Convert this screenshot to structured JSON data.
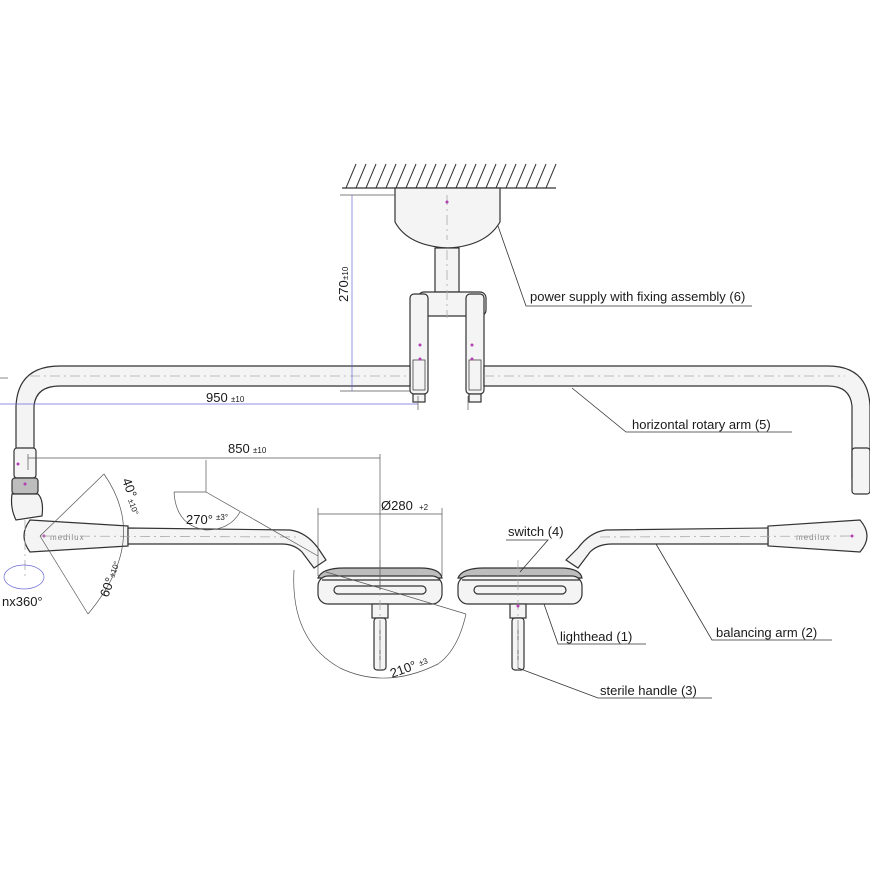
{
  "labels": {
    "power_supply": "power supply with fixing assembly (6)",
    "horizontal_arm": "horizontal rotary arm (5)",
    "switch": "switch (4)",
    "lighthead": "lighthead (1)",
    "balancing_arm": "balancing arm (2)",
    "sterile_handle": "sterile handle (3)"
  },
  "dimensions": {
    "height": {
      "value": "270",
      "tol": "±10"
    },
    "arm_950": {
      "value": "950",
      "tol": "±10"
    },
    "arm_850": {
      "value": "850",
      "tol": "±10"
    },
    "diameter": {
      "value": "Ø280",
      "tol": "+2"
    },
    "angle_40": {
      "value": "40°",
      "tol": "±10°"
    },
    "angle_60": {
      "value": "60°",
      "tol": "±10°"
    },
    "angle_270": {
      "value": "270°",
      "tol": "±3°"
    },
    "angle_210": {
      "value": "210°",
      "tol": "±3"
    },
    "rotation": {
      "value": "nx360°"
    }
  },
  "brand": {
    "left": "medilux",
    "right": "medilux"
  },
  "colors": {
    "accent_mark": "#b13fb1",
    "dimension_blue": "#6b6bd6",
    "line": "#333333"
  }
}
